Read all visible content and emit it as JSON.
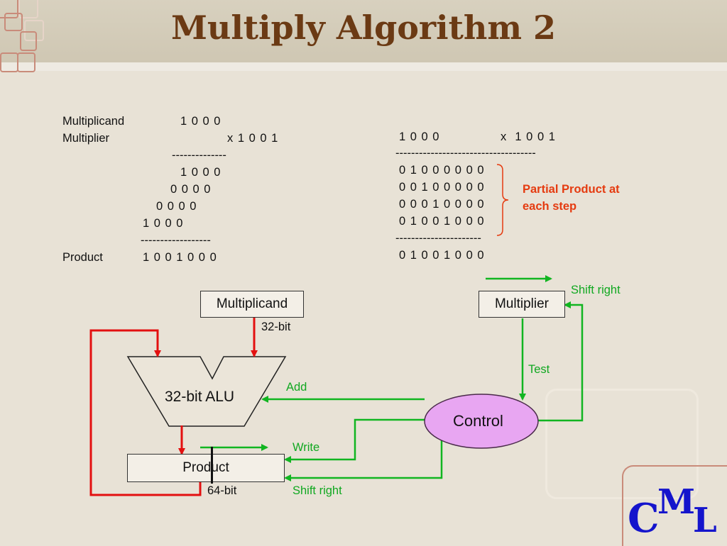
{
  "title": "Multiply Algorithm 2",
  "left_calc": {
    "multiplicand_label": "Multiplicand",
    "multiplicand_value": "1 0 0 0",
    "multiplier_label": "Multiplier",
    "multiplier_value": "x 1 0 0 1",
    "rule1": "--------------",
    "rows": [
      "1 0 0 0",
      "0 0 0 0",
      "0 0 0 0",
      "1 0 0 0"
    ],
    "rule2": "------------------",
    "product_label": "Product",
    "product_value": "1 0 0 1 0 0 0"
  },
  "right_calc": {
    "header_a": "1 0 0 0",
    "header_b": "x  1 0 0 1",
    "rule1": "------------------------------------",
    "rows": [
      "0 1 0 0 0 0 0 0",
      "0 0 1 0 0 0 0 0",
      "0 0 0 1 0 0 0 0",
      "0 1 0 0 1 0 0 0"
    ],
    "rule2": "----------------------",
    "result": "0 1 0 0 1 0 0 0",
    "annotation_line1": "Partial Product at",
    "annotation_line2": "each step"
  },
  "diagram": {
    "multiplicand": "Multiplicand",
    "bits_32": "32-bit",
    "alu": "32-bit ALU",
    "multiplier": "Multiplier",
    "shift_right_top": "Shift right",
    "test": "Test",
    "add": "Add",
    "control": "Control",
    "write": "Write",
    "product": "Product",
    "bits_64": "64-bit",
    "shift_right_bottom": "Shift right"
  },
  "logo": {
    "c": "C",
    "m": "M",
    "l": "L"
  },
  "colors": {
    "title": "#6b3a14",
    "green": "#11a821",
    "red": "#e53b10",
    "control_fill": "#e8a6f2",
    "logo": "#1414cc"
  }
}
